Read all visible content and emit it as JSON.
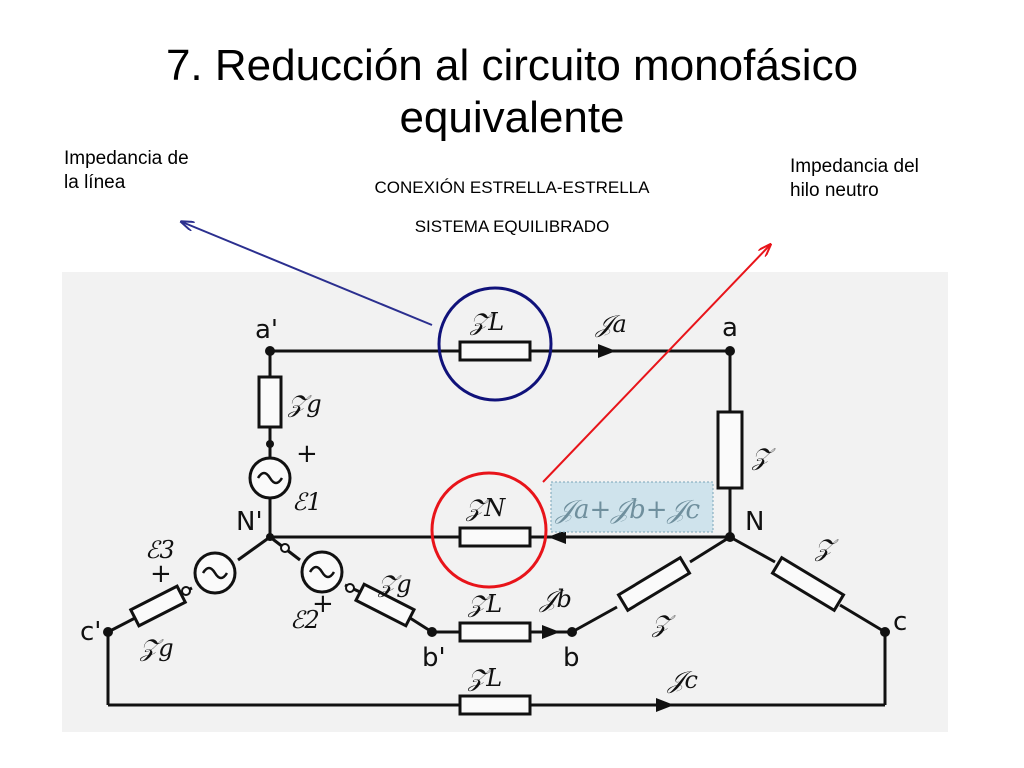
{
  "slide": {
    "title_line1": "7. Reducción al circuito monofásico",
    "title_line2": "equivalente",
    "subtitle1": "CONEXIÓN ESTRELLA-ESTRELLA",
    "subtitle2": "SISTEMA EQUILIBRADO",
    "note_left_line1": "Impedancia de",
    "note_left_line2": "la línea",
    "note_right_line1": "Impedancia del",
    "note_right_line2": "hilo neutro"
  },
  "circuit": {
    "nodes": {
      "a_prime": "a'",
      "a": "a",
      "N_prime": "N'",
      "N": "N",
      "b_prime": "b'",
      "b": "b",
      "c_prime": "c'",
      "c": "c"
    },
    "impedances": {
      "line": "𝒵L",
      "neutral": "𝒵N",
      "load": "𝒵",
      "generator": "𝒵g"
    },
    "currents": {
      "Ia": "𝒥a",
      "Ib": "𝒥b",
      "Ic": "𝒥c",
      "In_sum": "𝒥a+𝒥b+𝒥c"
    },
    "sources": {
      "E1": "ℰ1",
      "E2": "ℰ2",
      "E3": "ℰ3"
    },
    "polarity": "+"
  },
  "colors": {
    "arrow_left": "#2b2f8f",
    "arrow_right": "#e8141a",
    "circle_line": "#10127a",
    "circle_neutral": "#e8141a",
    "highlight": "#cfe3ec"
  }
}
